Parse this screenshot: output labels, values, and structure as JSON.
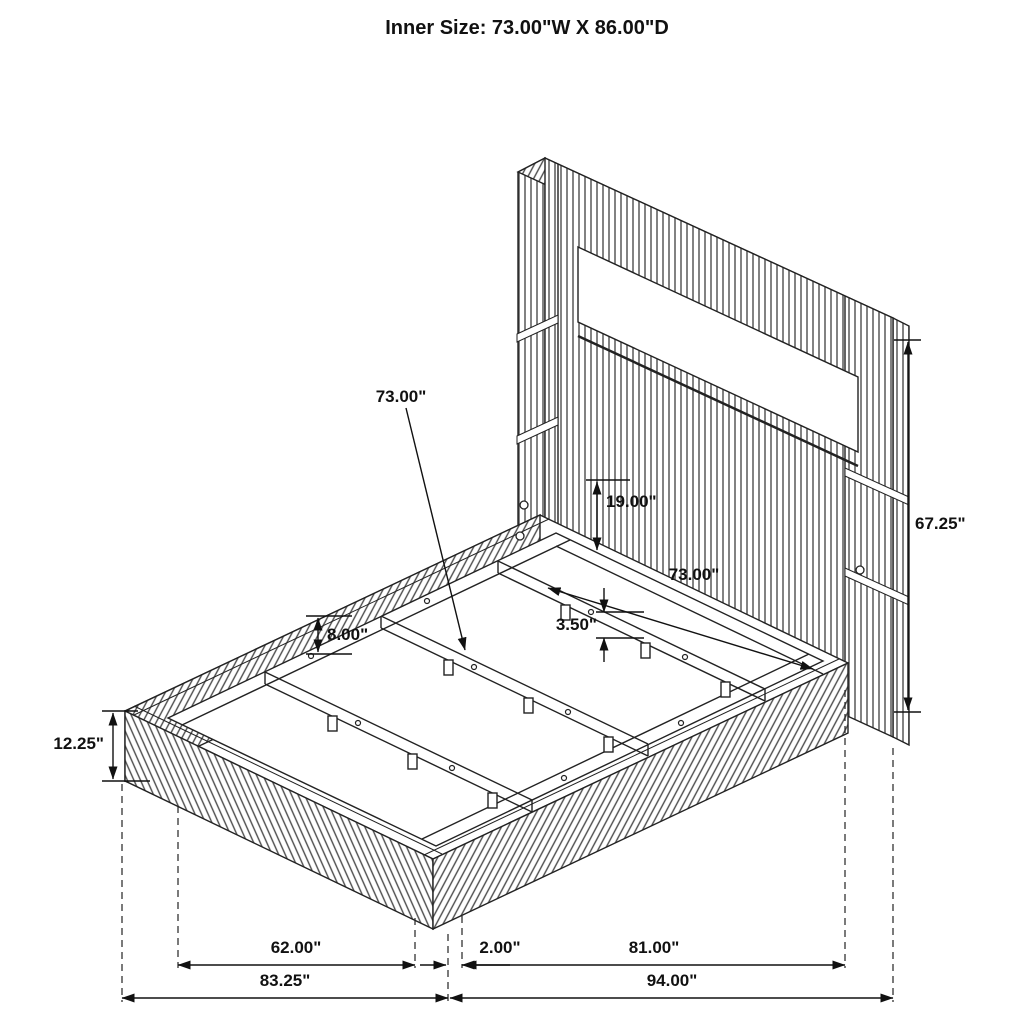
{
  "title": "Inner Size: 73.00\"W X 86.00\"D",
  "labels": {
    "slat_width_leader": "73.00\"",
    "panel_height": "19.00\"",
    "headboard_height": "67.25\"",
    "inner_width": "73.00\"",
    "slat_thickness": "3.50\"",
    "rail_height": "8.00\"",
    "footboard_height": "12.25\"",
    "footboard_inner_width": "62.00\"",
    "overall_width": "83.25\"",
    "rail_offset": "2.00\"",
    "inner_depth": "81.00\"",
    "overall_depth": "94.00\""
  }
}
